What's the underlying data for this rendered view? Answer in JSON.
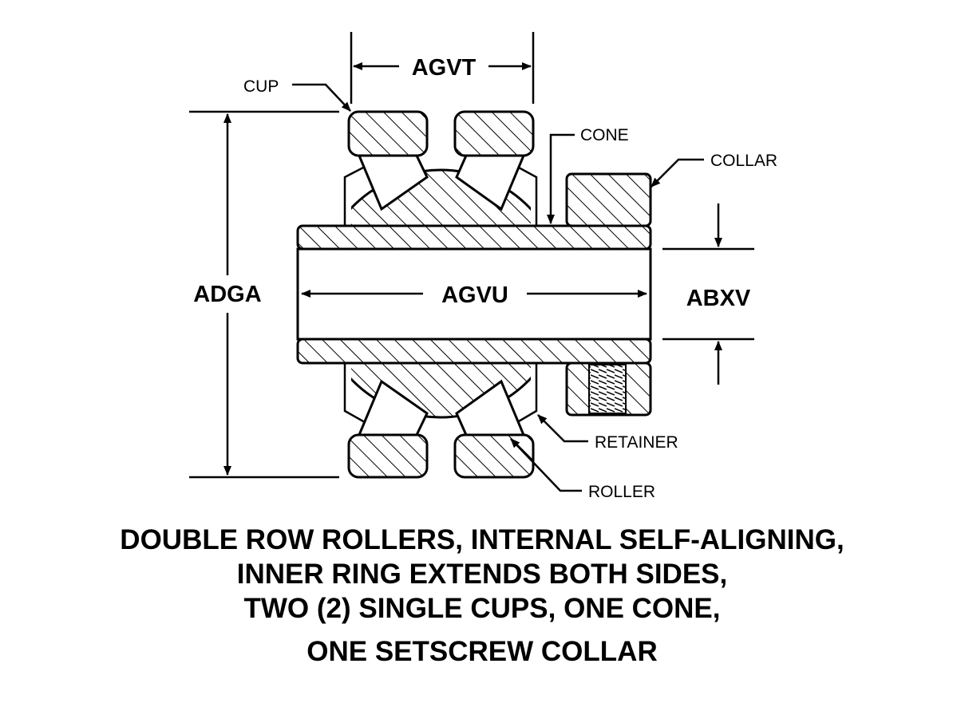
{
  "labels": {
    "cup": "CUP",
    "cone": "CONE",
    "collar": "COLLAR",
    "retainer": "RETAINER",
    "roller": "ROLLER"
  },
  "dimensions": {
    "agvt": "AGVT",
    "adga": "ADGA",
    "agvu": "AGVU",
    "abxv": "ABXV"
  },
  "caption": [
    "DOUBLE ROW ROLLERS, INTERNAL SELF-ALIGNING,",
    "INNER RING EXTENDS BOTH SIDES,",
    "TWO (2) SINGLE CUPS, ONE CONE,",
    "ONE SETSCREW COLLAR"
  ]
}
